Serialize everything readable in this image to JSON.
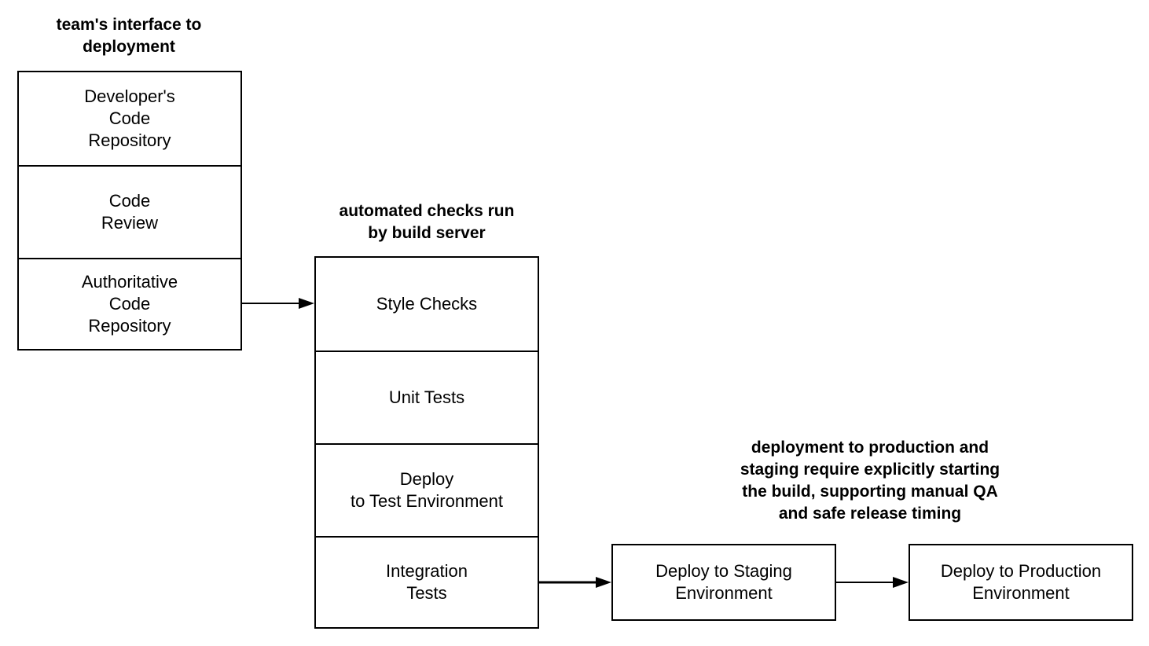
{
  "diagram": {
    "groups": [
      {
        "id": "team",
        "heading": [
          "team's interface to",
          "deployment"
        ],
        "steps": [
          [
            "Developer's",
            "Code",
            "Repository"
          ],
          [
            "Code",
            "Review"
          ],
          [
            "Authoritative",
            "Code",
            "Repository"
          ]
        ]
      },
      {
        "id": "build",
        "heading": [
          "automated checks run",
          "by build server"
        ],
        "steps": [
          [
            "Style Checks"
          ],
          [
            "Unit Tests"
          ],
          [
            "Deploy",
            "to Test Environment"
          ],
          [
            "Integration",
            "Tests"
          ]
        ]
      },
      {
        "id": "release",
        "heading": [
          "deployment to production and",
          "staging require explicitly starting",
          "the build, supporting manual QA",
          "and safe release timing"
        ],
        "steps": [
          [
            "Deploy to Staging",
            "Environment"
          ],
          [
            "Deploy to Production",
            "Environment"
          ]
        ]
      }
    ],
    "arrows": [
      {
        "from": "Authoritative Code Repository",
        "to": "Style Checks"
      },
      {
        "from": "Integration Tests",
        "to": "Deploy to Staging Environment"
      },
      {
        "from": "Deploy to Staging Environment",
        "to": "Deploy to Production Environment"
      }
    ],
    "colors": {
      "line": "#000000",
      "fill": "#ffffff",
      "text": "#000000"
    }
  }
}
